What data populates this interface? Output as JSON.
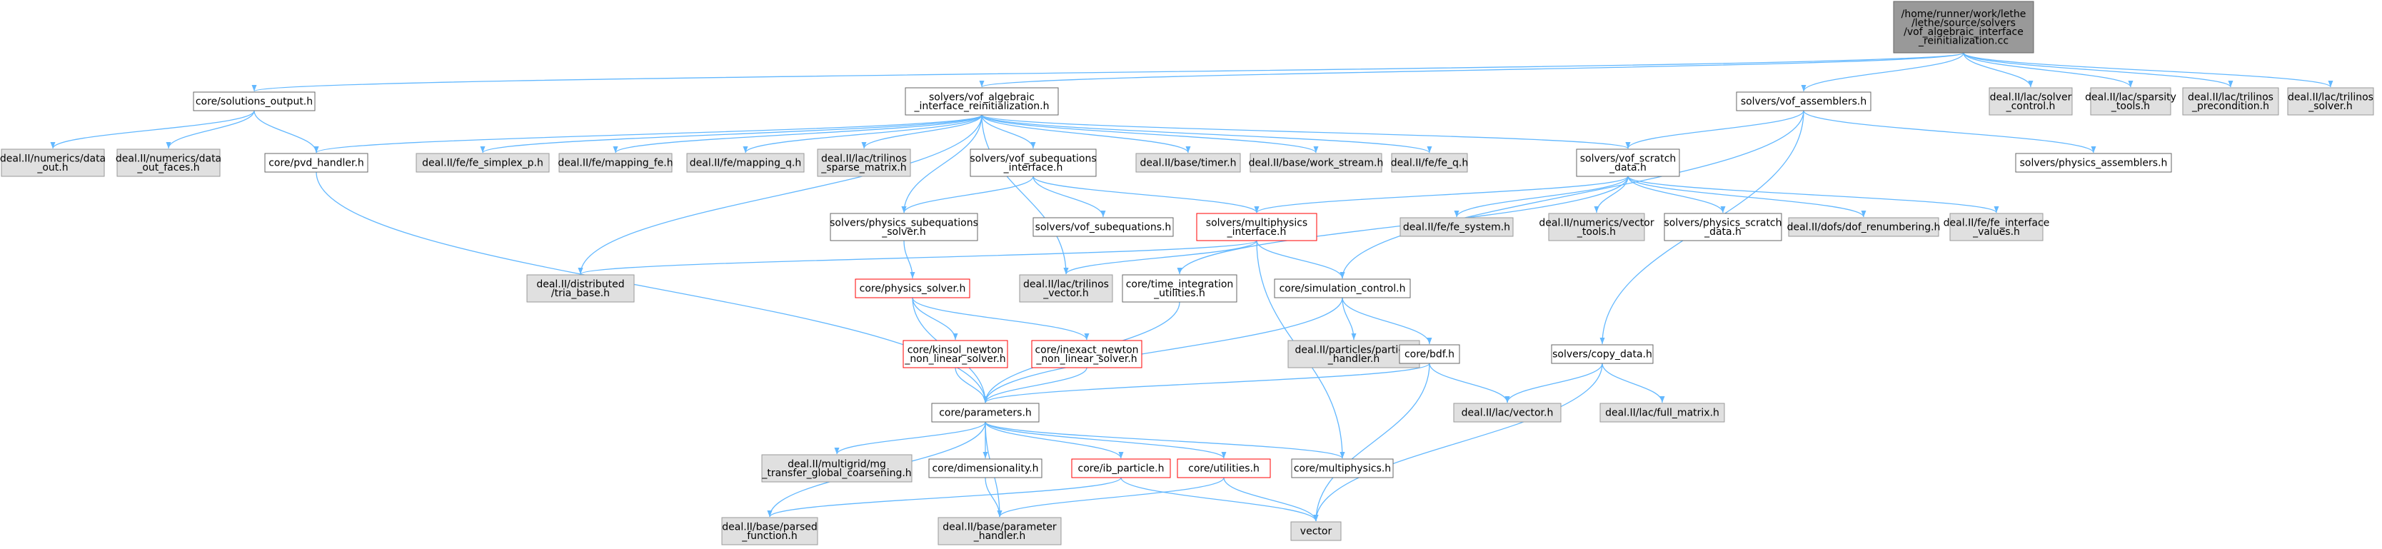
{
  "colors": {
    "edge": "#63b8ff",
    "root_fill": "#999999",
    "root_stroke": "#666666",
    "ext_fill": "#e0e0e0",
    "ext_stroke": "#999999",
    "doc_fill": "#ffffff",
    "doc_stroke": "#666666",
    "incomplete_stroke": "#ff0000"
  },
  "nodes": [
    {
      "id": "root",
      "kind": "root",
      "label": [
        "/home/runner/work/lethe",
        "/lethe/source/solvers",
        "/vof_algebraic_interface",
        "_reinitialization.cc"
      ]
    },
    {
      "id": "solutions_output",
      "kind": "doc",
      "label": [
        "core/solutions_output.h"
      ]
    },
    {
      "id": "vof_algebraic",
      "kind": "doc",
      "label": [
        "solvers/vof_algebraic",
        "_interface_reinitialization.h"
      ]
    },
    {
      "id": "vof_assemblers",
      "kind": "doc",
      "label": [
        "solvers/vof_assemblers.h"
      ]
    },
    {
      "id": "solver_control",
      "kind": "ext",
      "label": [
        "deal.II/lac/solver",
        "_control.h"
      ]
    },
    {
      "id": "sparsity_tools",
      "kind": "ext",
      "label": [
        "deal.II/lac/sparsity",
        "_tools.h"
      ]
    },
    {
      "id": "trilinos_precondition",
      "kind": "ext",
      "label": [
        "deal.II/lac/trilinos",
        "_precondition.h"
      ]
    },
    {
      "id": "trilinos_solver",
      "kind": "ext",
      "label": [
        "deal.II/lac/trilinos",
        "_solver.h"
      ]
    },
    {
      "id": "data_out",
      "kind": "ext",
      "label": [
        "deal.II/numerics/data",
        "_out.h"
      ]
    },
    {
      "id": "data_out_faces",
      "kind": "ext",
      "label": [
        "deal.II/numerics/data",
        "_out_faces.h"
      ]
    },
    {
      "id": "pvd_handler",
      "kind": "doc",
      "label": [
        "core/pvd_handler.h"
      ]
    },
    {
      "id": "fe_simplex_p",
      "kind": "ext",
      "label": [
        "deal.II/fe/fe_simplex_p.h"
      ]
    },
    {
      "id": "mapping_fe",
      "kind": "ext",
      "label": [
        "deal.II/fe/mapping_fe.h"
      ]
    },
    {
      "id": "mapping_q",
      "kind": "ext",
      "label": [
        "deal.II/fe/mapping_q.h"
      ]
    },
    {
      "id": "trilinos_sparse_matrix",
      "kind": "ext",
      "label": [
        "deal.II/lac/trilinos",
        "_sparse_matrix.h"
      ]
    },
    {
      "id": "vof_subequations_interface",
      "kind": "doc",
      "label": [
        "solvers/vof_subequations",
        "_interface.h"
      ]
    },
    {
      "id": "timer",
      "kind": "ext",
      "label": [
        "deal.II/base/timer.h"
      ]
    },
    {
      "id": "work_stream",
      "kind": "ext",
      "label": [
        "deal.II/base/work_stream.h"
      ]
    },
    {
      "id": "fe_q",
      "kind": "ext",
      "label": [
        "deal.II/fe/fe_q.h"
      ]
    },
    {
      "id": "vof_scratch_data",
      "kind": "doc",
      "label": [
        "solvers/vof_scratch",
        "_data.h"
      ]
    },
    {
      "id": "physics_assemblers",
      "kind": "doc",
      "label": [
        "solvers/physics_assemblers.h"
      ]
    },
    {
      "id": "physics_subequations_solver",
      "kind": "doc",
      "label": [
        "solvers/physics_subequations",
        "_solver.h"
      ]
    },
    {
      "id": "vof_subequations",
      "kind": "doc",
      "label": [
        "solvers/vof_subequations.h"
      ]
    },
    {
      "id": "multiphysics_interface",
      "kind": "incomplete",
      "label": [
        "solvers/multiphysics",
        "_interface.h"
      ]
    },
    {
      "id": "fe_system",
      "kind": "ext",
      "label": [
        "deal.II/fe/fe_system.h"
      ]
    },
    {
      "id": "vector_tools",
      "kind": "ext",
      "label": [
        "deal.II/numerics/vector",
        "_tools.h"
      ]
    },
    {
      "id": "physics_scratch_data",
      "kind": "doc",
      "label": [
        "solvers/physics_scratch",
        "_data.h"
      ]
    },
    {
      "id": "dof_renumbering",
      "kind": "ext",
      "label": [
        "deal.II/dofs/dof_renumbering.h"
      ]
    },
    {
      "id": "fe_interface_values",
      "kind": "ext",
      "label": [
        "deal.II/fe/fe_interface",
        "_values.h"
      ]
    },
    {
      "id": "tria_base",
      "kind": "ext",
      "label": [
        "deal.II/distributed",
        "/tria_base.h"
      ]
    },
    {
      "id": "physics_solver",
      "kind": "incomplete",
      "label": [
        "core/physics_solver.h"
      ]
    },
    {
      "id": "trilinos_vector",
      "kind": "ext",
      "label": [
        "deal.II/lac/trilinos",
        "_vector.h"
      ]
    },
    {
      "id": "time_integration_utilities",
      "kind": "doc",
      "label": [
        "core/time_integration",
        "_utilities.h"
      ]
    },
    {
      "id": "simulation_control",
      "kind": "doc",
      "label": [
        "core/simulation_control.h"
      ]
    },
    {
      "id": "kinsol_newton",
      "kind": "incomplete",
      "label": [
        "core/kinsol_newton",
        "_non_linear_solver.h"
      ]
    },
    {
      "id": "inexact_newton",
      "kind": "incomplete",
      "label": [
        "core/inexact_newton",
        "_non_linear_solver.h"
      ]
    },
    {
      "id": "particle_handler",
      "kind": "ext",
      "label": [
        "deal.II/particles/particle",
        "_handler.h"
      ]
    },
    {
      "id": "bdf",
      "kind": "doc",
      "label": [
        "core/bdf.h"
      ]
    },
    {
      "id": "copy_data",
      "kind": "doc",
      "label": [
        "solvers/copy_data.h"
      ]
    },
    {
      "id": "parameters",
      "kind": "doc",
      "label": [
        "core/parameters.h"
      ]
    },
    {
      "id": "lac_vector",
      "kind": "ext",
      "label": [
        "deal.II/lac/vector.h"
      ]
    },
    {
      "id": "full_matrix",
      "kind": "ext",
      "label": [
        "deal.II/lac/full_matrix.h"
      ]
    },
    {
      "id": "mg_transfer",
      "kind": "ext",
      "label": [
        "deal.II/multigrid/mg",
        "_transfer_global_coarsening.h"
      ]
    },
    {
      "id": "dimensionality",
      "kind": "doc",
      "label": [
        "core/dimensionality.h"
      ]
    },
    {
      "id": "ib_particle",
      "kind": "incomplete",
      "label": [
        "core/ib_particle.h"
      ]
    },
    {
      "id": "utilities",
      "kind": "incomplete",
      "label": [
        "core/utilities.h"
      ]
    },
    {
      "id": "multiphysics",
      "kind": "doc",
      "label": [
        "core/multiphysics.h"
      ]
    },
    {
      "id": "parsed_function",
      "kind": "ext",
      "label": [
        "deal.II/base/parsed",
        "_function.h"
      ]
    },
    {
      "id": "parameter_handler",
      "kind": "ext",
      "label": [
        "deal.II/base/parameter",
        "_handler.h"
      ]
    },
    {
      "id": "vector",
      "kind": "ext",
      "label": [
        "vector"
      ]
    }
  ],
  "edges": [
    [
      "root",
      "solutions_output"
    ],
    [
      "root",
      "vof_algebraic"
    ],
    [
      "root",
      "vof_assemblers"
    ],
    [
      "root",
      "solver_control"
    ],
    [
      "root",
      "sparsity_tools"
    ],
    [
      "root",
      "trilinos_precondition"
    ],
    [
      "root",
      "trilinos_solver"
    ],
    [
      "solutions_output",
      "data_out"
    ],
    [
      "solutions_output",
      "data_out_faces"
    ],
    [
      "solutions_output",
      "pvd_handler"
    ],
    [
      "vof_algebraic",
      "pvd_handler"
    ],
    [
      "vof_algebraic",
      "fe_simplex_p"
    ],
    [
      "vof_algebraic",
      "mapping_fe"
    ],
    [
      "vof_algebraic",
      "mapping_q"
    ],
    [
      "vof_algebraic",
      "trilinos_sparse_matrix"
    ],
    [
      "vof_algebraic",
      "vof_subequations_interface"
    ],
    [
      "vof_algebraic",
      "timer"
    ],
    [
      "vof_algebraic",
      "work_stream"
    ],
    [
      "vof_algebraic",
      "fe_q"
    ],
    [
      "vof_algebraic",
      "vof_scratch_data"
    ],
    [
      "vof_algebraic",
      "physics_subequations_solver"
    ],
    [
      "vof_algebraic",
      "tria_base"
    ],
    [
      "vof_algebraic",
      "trilinos_vector"
    ],
    [
      "vof_assemblers",
      "vof_scratch_data"
    ],
    [
      "vof_assemblers",
      "physics_assemblers"
    ],
    [
      "vof_assemblers",
      "simulation_control"
    ],
    [
      "vof_assemblers",
      "copy_data"
    ],
    [
      "pvd_handler",
      "parameters"
    ],
    [
      "vof_subequations_interface",
      "physics_subequations_solver"
    ],
    [
      "vof_subequations_interface",
      "vof_subequations"
    ],
    [
      "vof_subequations_interface",
      "multiphysics_interface"
    ],
    [
      "vof_scratch_data",
      "multiphysics_interface"
    ],
    [
      "vof_scratch_data",
      "fe_system"
    ],
    [
      "vof_scratch_data",
      "vector_tools"
    ],
    [
      "vof_scratch_data",
      "physics_scratch_data"
    ],
    [
      "vof_scratch_data",
      "dof_renumbering"
    ],
    [
      "vof_scratch_data",
      "fe_interface_values"
    ],
    [
      "vof_scratch_data",
      "time_integration_utilities"
    ],
    [
      "physics_subequations_solver",
      "physics_solver"
    ],
    [
      "multiphysics_interface",
      "tria_base"
    ],
    [
      "multiphysics_interface",
      "trilinos_vector"
    ],
    [
      "multiphysics_interface",
      "simulation_control"
    ],
    [
      "multiphysics_interface",
      "multiphysics"
    ],
    [
      "physics_solver",
      "kinsol_newton"
    ],
    [
      "physics_solver",
      "inexact_newton"
    ],
    [
      "physics_solver",
      "parameters"
    ],
    [
      "time_integration_utilities",
      "parameters"
    ],
    [
      "simulation_control",
      "particle_handler"
    ],
    [
      "simulation_control",
      "bdf"
    ],
    [
      "simulation_control",
      "parameters"
    ],
    [
      "kinsol_newton",
      "parameters"
    ],
    [
      "inexact_newton",
      "parameters"
    ],
    [
      "bdf",
      "parameters"
    ],
    [
      "bdf",
      "lac_vector"
    ],
    [
      "bdf",
      "vector"
    ],
    [
      "copy_data",
      "lac_vector"
    ],
    [
      "copy_data",
      "full_matrix"
    ],
    [
      "copy_data",
      "vector"
    ],
    [
      "parameters",
      "mg_transfer"
    ],
    [
      "parameters",
      "dimensionality"
    ],
    [
      "parameters",
      "ib_particle"
    ],
    [
      "parameters",
      "utilities"
    ],
    [
      "parameters",
      "multiphysics"
    ],
    [
      "parameters",
      "parsed_function"
    ],
    [
      "parameters",
      "parameter_handler"
    ],
    [
      "dimensionality",
      "parameter_handler"
    ],
    [
      "ib_particle",
      "parsed_function"
    ],
    [
      "ib_particle",
      "vector"
    ],
    [
      "utilities",
      "parameter_handler"
    ],
    [
      "utilities",
      "vector"
    ]
  ]
}
